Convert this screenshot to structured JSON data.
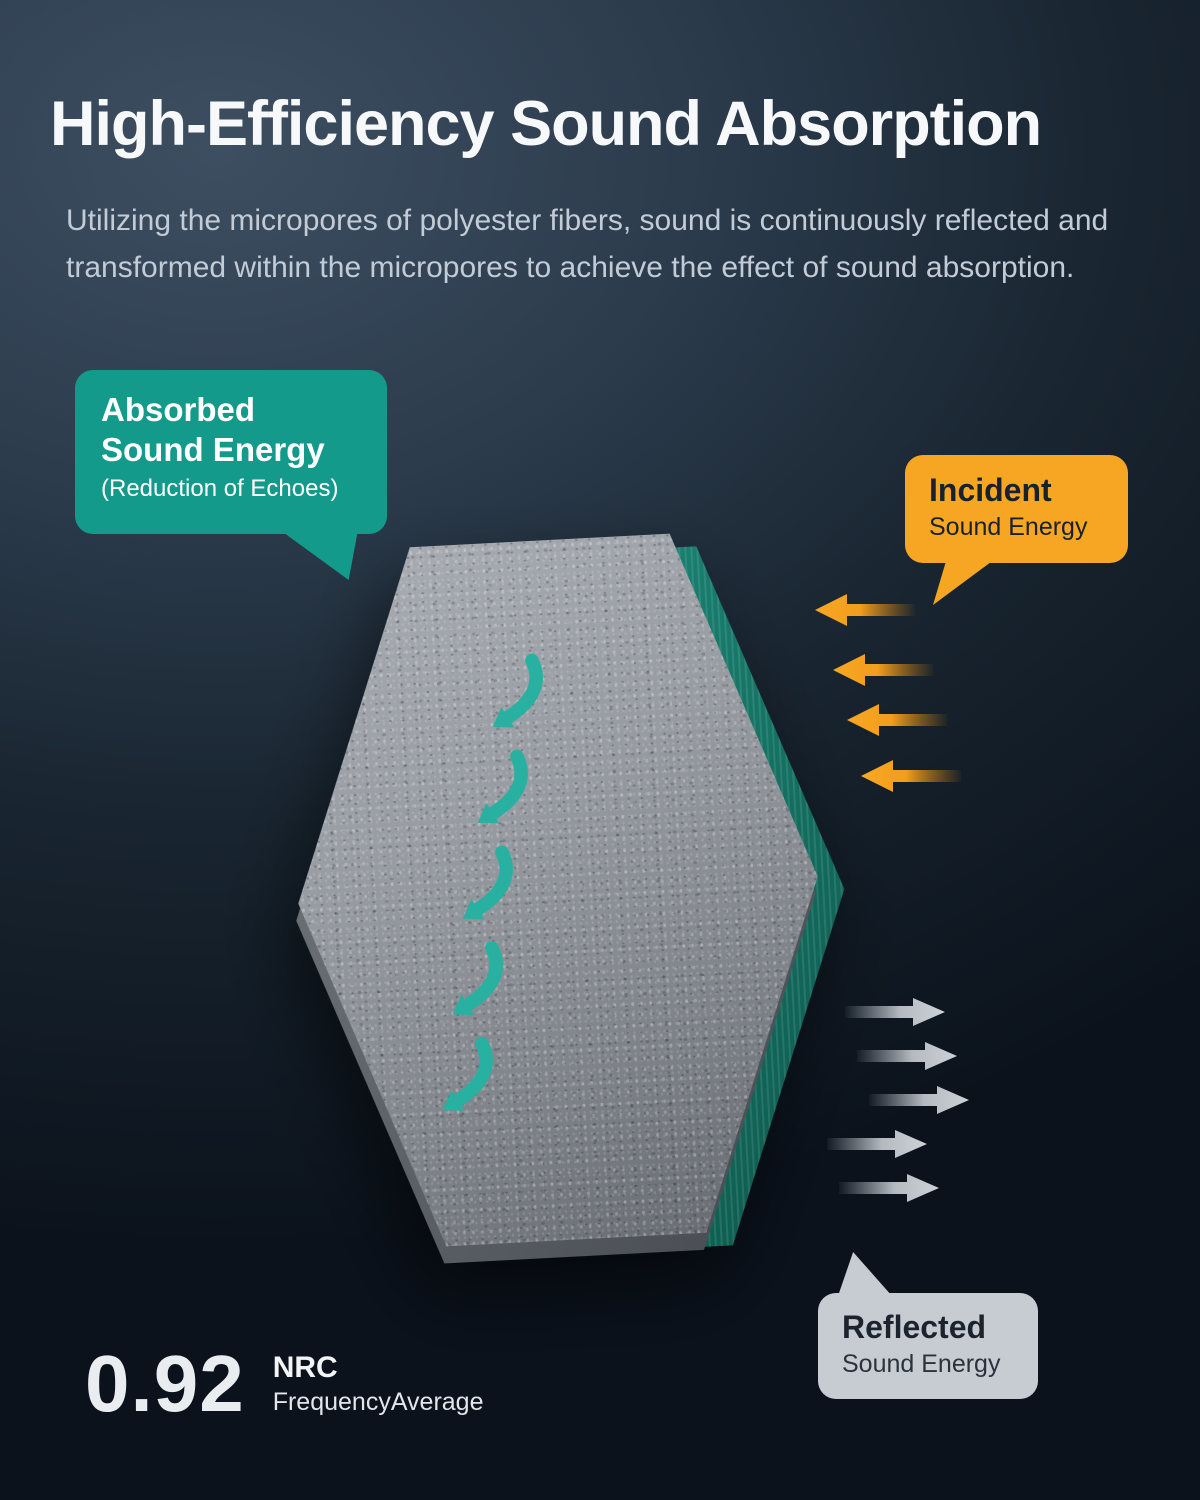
{
  "header": {
    "title": "High-Efficiency Sound Absorption",
    "subtitle": "Utilizing the micropores of polyester fibers, sound is continuously reflected and transformed within the micropores to achieve the effect of sound absorption."
  },
  "callouts": {
    "absorbed": {
      "title_line1": "Absorbed",
      "title_line2": "Sound Energy",
      "subtitle": "(Reduction of Echoes)",
      "color": "#149a8b"
    },
    "incident": {
      "title": "Incident",
      "subtitle": "Sound Energy",
      "color": "#f6a622"
    },
    "reflected": {
      "title": "Reflected",
      "subtitle": "Sound Energy",
      "color": "#c7ccd2"
    }
  },
  "rating": {
    "value": "0.92",
    "unit": "NRC",
    "caption": "FrequencyAverage"
  },
  "colors": {
    "background_top": "#3d4e61",
    "background_bottom": "#0b121c",
    "accent_teal": "#149a8b",
    "accent_orange": "#f6a622",
    "arrow_gray": "#c0c6cc",
    "panel_felt": "#8e9399",
    "panel_back_edge": "#157565"
  }
}
